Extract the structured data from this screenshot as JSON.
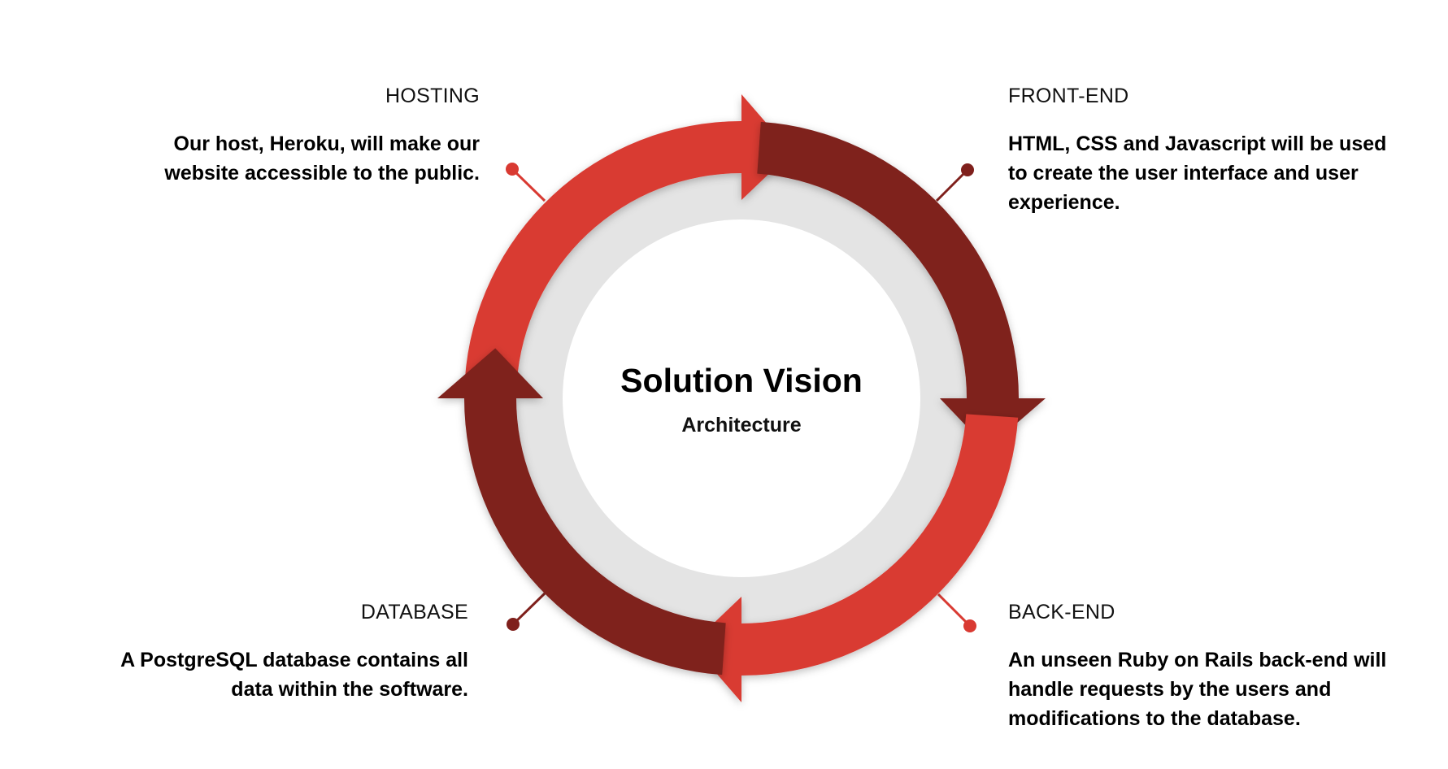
{
  "colors": {
    "red": "#d93a32",
    "dark_red": "#7f201c",
    "inner_ring": "#e4e4e4",
    "center": "#ffffff"
  },
  "center": {
    "title": "Solution Vision",
    "subtitle": "Architecture"
  },
  "stages": {
    "hosting": {
      "heading": "HOSTING",
      "description": "Our host, Heroku, will make our website accessible to the public."
    },
    "frontend": {
      "heading": "FRONT-END",
      "description": "HTML, CSS and Javascript will be used to create the user interface and user experience."
    },
    "backend": {
      "heading": "BACK-END",
      "description": "An unseen Ruby on Rails back-end will handle requests by the users and modifications to the database."
    },
    "database": {
      "heading": "DATABASE",
      "description": "A PostgreSQL database contains all data within the software."
    }
  }
}
